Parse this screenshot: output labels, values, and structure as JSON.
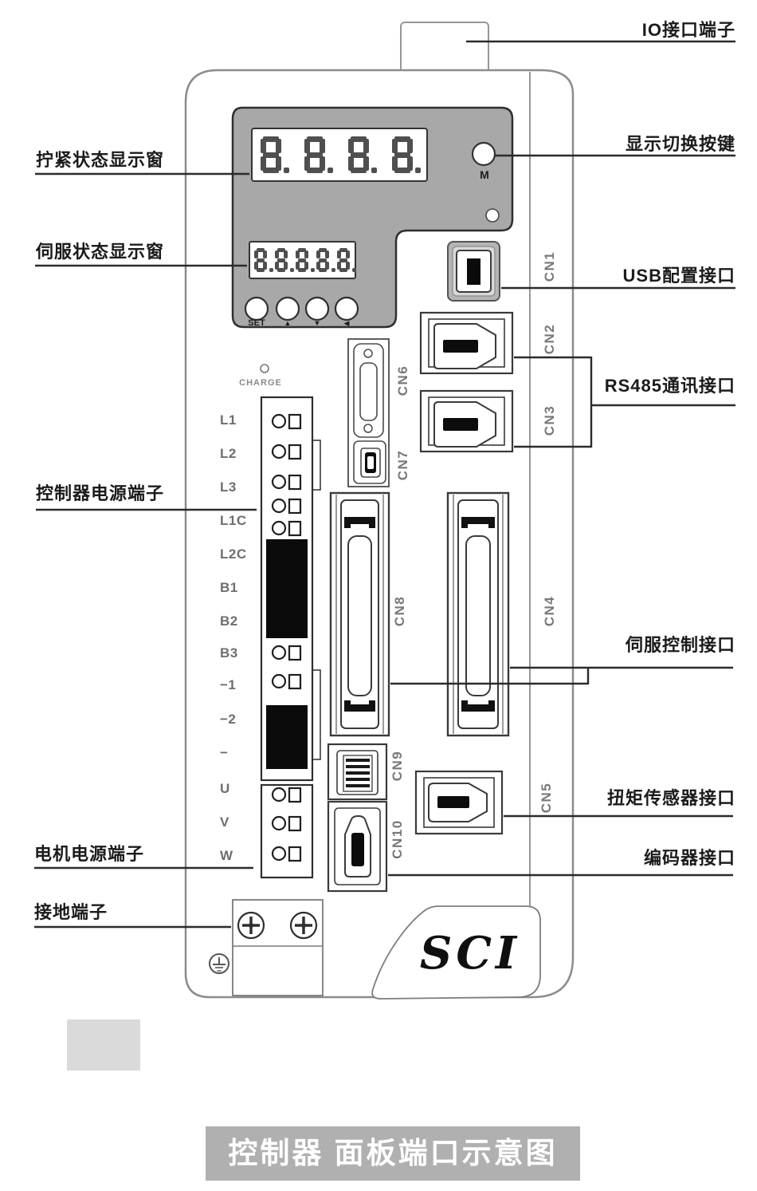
{
  "caption": "控制器 面板端口示意图",
  "brand": "SCI",
  "device_panel": {
    "charge_label": "CHARGE",
    "m_button": "M",
    "set_button": "SET",
    "up_button": "▲",
    "down_button": "▼",
    "back_button": "◀",
    "tightening_display_digits": "8888",
    "servo_display_digits": "88888"
  },
  "annotations": {
    "left": [
      {
        "text": "拧紧状态显示窗"
      },
      {
        "text": "伺服状态显示窗"
      },
      {
        "text": "控制器电源端子"
      },
      {
        "text": "电机电源端子"
      },
      {
        "text": "接地端子"
      }
    ],
    "right": [
      {
        "text": "IO接口端子"
      },
      {
        "text": "显示切换按键"
      },
      {
        "text": "USB配置接口"
      },
      {
        "text": "RS485通讯接口"
      },
      {
        "text": "伺服控制接口"
      },
      {
        "text": "扭矩传感器接口"
      },
      {
        "text": "编码器接口"
      }
    ]
  },
  "connector_labels": [
    "CN1",
    "CN2",
    "CN3",
    "CN4",
    "CN5",
    "CN6",
    "CN7",
    "CN8",
    "CN9",
    "CN10"
  ],
  "terminal_labels": [
    "L1",
    "L2",
    "L3",
    "L1C",
    "L2C",
    "B1",
    "B2",
    "B3",
    "−1",
    "−2",
    "−",
    "U",
    "V",
    "W"
  ],
  "colors": {
    "panel_gray": "#a8a8a8",
    "caption_bar": "#b0b0b0",
    "line_dark": "#2b2b2b",
    "outline_gray": "#8c8c8c",
    "segment_gray": "#4f4f4f"
  }
}
